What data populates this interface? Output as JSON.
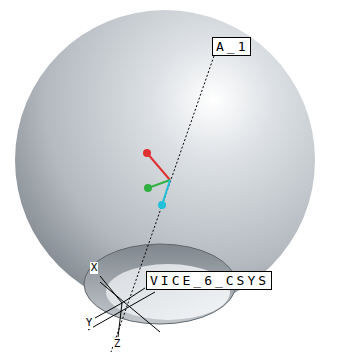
{
  "diagram": {
    "nodes": [
      {
        "text": [
          "A_1"
        ]
      },
      {
        "text": [
          "VICE_6_CSYS"
        ]
      }
    ],
    "labels": [
      "X",
      "Y",
      "Z"
    ]
  }
}
